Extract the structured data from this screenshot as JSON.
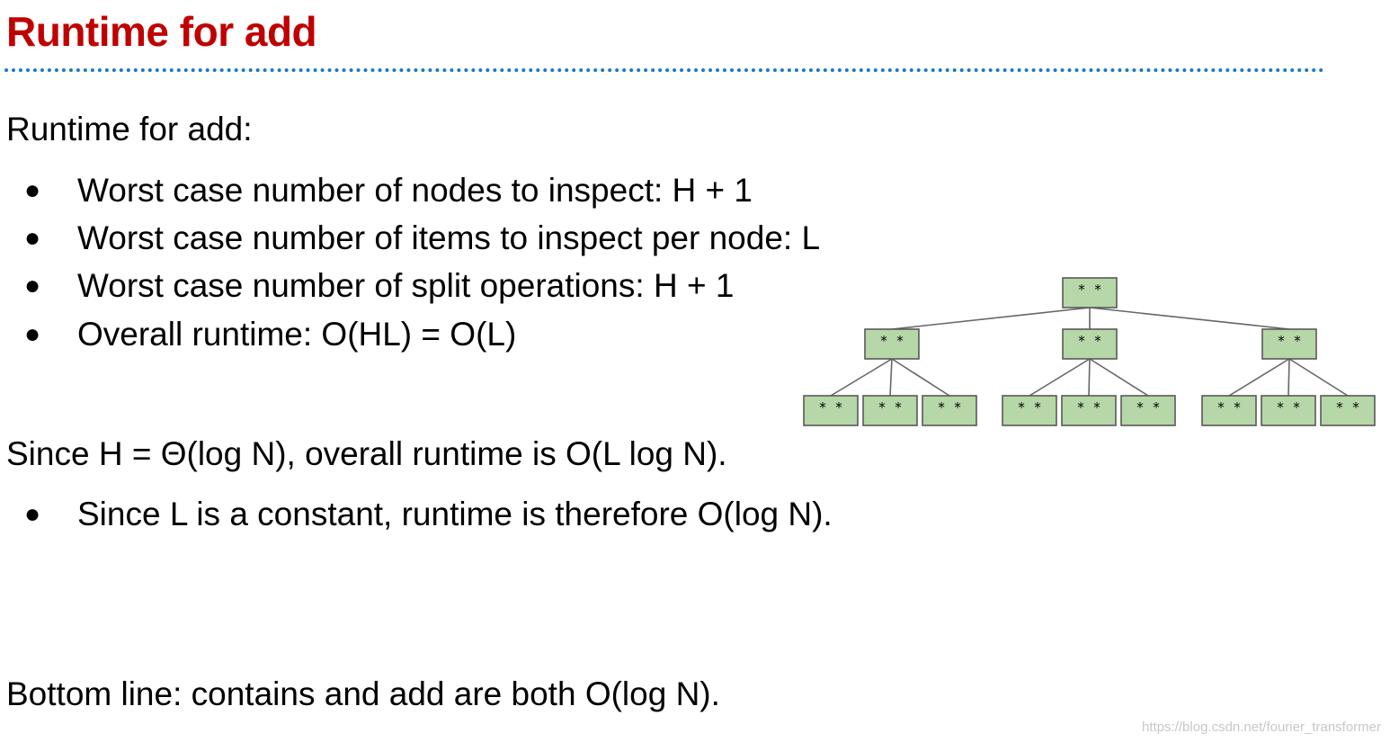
{
  "title": "Runtime for add",
  "colors": {
    "title": "#c00000",
    "rule": "#1f78c4",
    "node_fill": "#b6d7a8",
    "node_border": "#595959",
    "edge": "#666666",
    "watermark": "#c8c8c8"
  },
  "heading1": "Runtime for add:",
  "bullets1": [
    "Worst case number of nodes to inspect: H + 1",
    "Worst case number of items to inspect per node: L",
    "Worst case number of split operations: H + 1",
    "Overall runtime: O(HL) = O(L)"
  ],
  "heading2": "Since H = Θ(log N), overall runtime is O(L log N).",
  "bullets2": [
    "Since L is a constant, runtime is therefore O(log N)."
  ],
  "bottom_line": "Bottom line: contains and add are both O(log N).",
  "bullet_glyph": "●",
  "tree": {
    "node_label": "* *",
    "levels": [
      1,
      3,
      9
    ]
  },
  "watermark": "https://blog.csdn.net/fourier_transformer"
}
